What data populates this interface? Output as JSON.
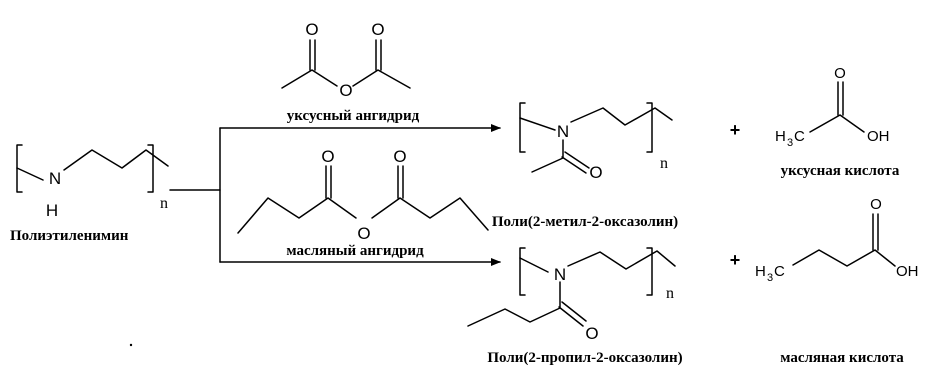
{
  "labels": {
    "pei": "Полиэтиленимин",
    "acetic_anhydride": "уксусный ангидрид",
    "butyric_anhydride": "масляный ангидрид",
    "pmox": "Поли(2-метил-2-оксазолин)",
    "ppox": "Поли(2-пропил-2-оксазолин)",
    "acetic_acid": "уксусная кислота",
    "butyric_acid": "масляная кислота"
  },
  "atoms": {
    "N": "N",
    "H": "H",
    "O": "O",
    "OH": "OH",
    "H3C_H": "H",
    "H3C_3": "3",
    "H3C_C": "C"
  },
  "symbols": {
    "n": "n",
    "plus": "+"
  },
  "colors": {
    "ink": "#000000",
    "background": "#ffffff"
  }
}
